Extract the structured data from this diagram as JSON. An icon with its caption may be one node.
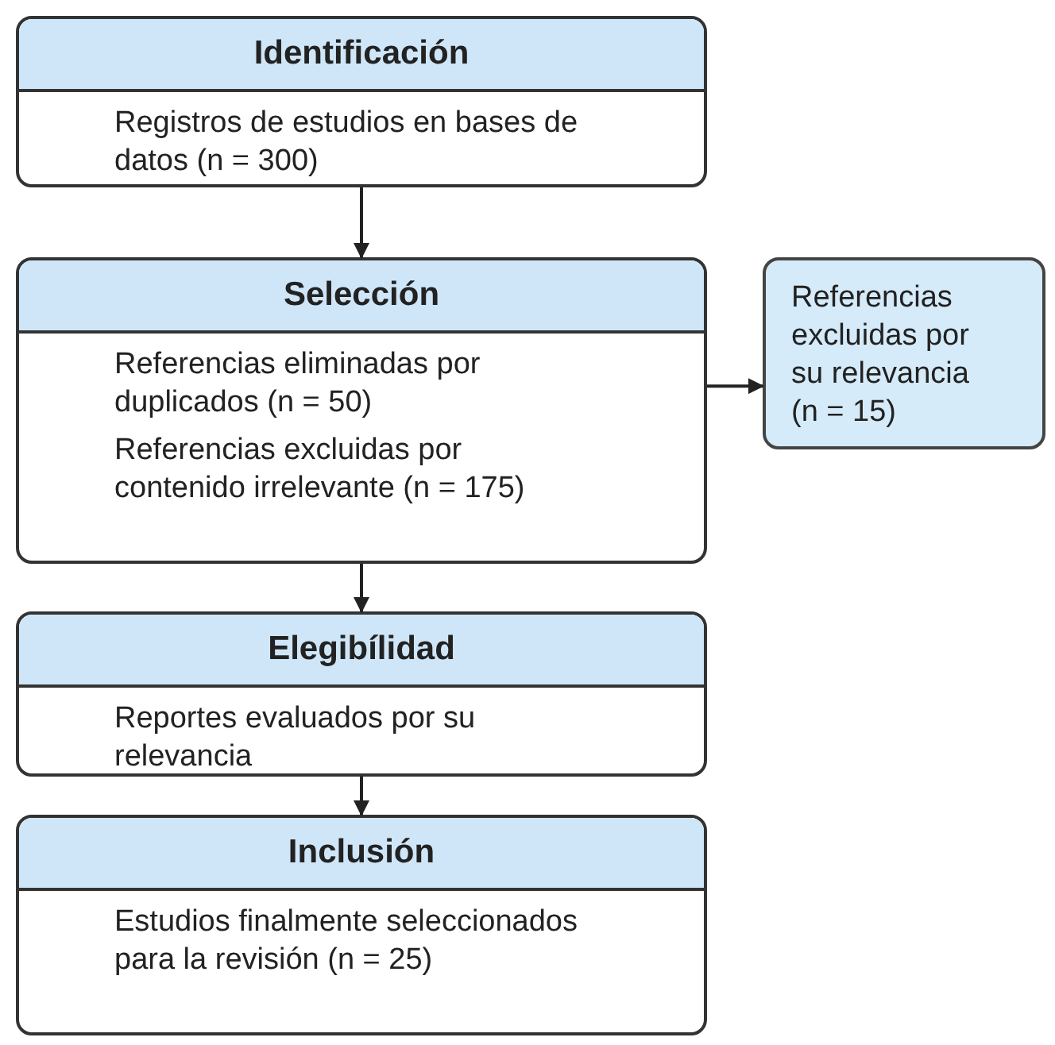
{
  "diagram": {
    "nodes": [
      {
        "text": [
          "Identificación",
          "Registros de estudios en bases de datos (n = 300)"
        ]
      },
      {
        "text": [
          "Selección",
          "Referencias eliminadas por duplicados (n = 50)",
          "Referencias excluidas por contenido irrelevante (n = 175)"
        ]
      },
      {
        "text": [
          "Referencias excluidas por su relevancia (n = 15)"
        ]
      },
      {
        "text": [
          "Elegibílidad",
          "Reportes evaluados por su relevancia"
        ]
      },
      {
        "text": [
          "Inclusión",
          "Estudios finalmente seleccionados para la revisión (n = 25)"
        ]
      }
    ],
    "edges": [
      {
        "from": 0,
        "to": 1,
        "arrow": "to"
      },
      {
        "from": 1,
        "to": 2,
        "arrow": "to"
      },
      {
        "from": 1,
        "to": 3,
        "arrow": "to"
      },
      {
        "from": 3,
        "to": 4,
        "arrow": "to"
      }
    ]
  }
}
